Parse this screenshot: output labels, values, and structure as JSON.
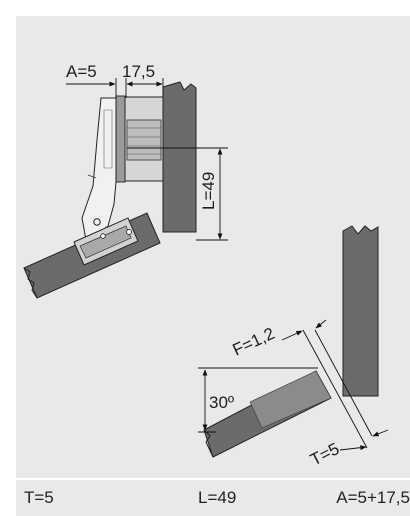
{
  "dimensions": {
    "top_a": "A=5",
    "top_gap": "17,5",
    "length": "L=49",
    "f_gap": "F=1,2",
    "angle": "30º",
    "t_thick": "T=5"
  },
  "caption": {
    "t": "T=5",
    "l": "L=49",
    "a": "A=5+17,5"
  },
  "colors": {
    "panel": "#6d6a6b",
    "background": "#e9e9ea",
    "line": "#111111"
  }
}
